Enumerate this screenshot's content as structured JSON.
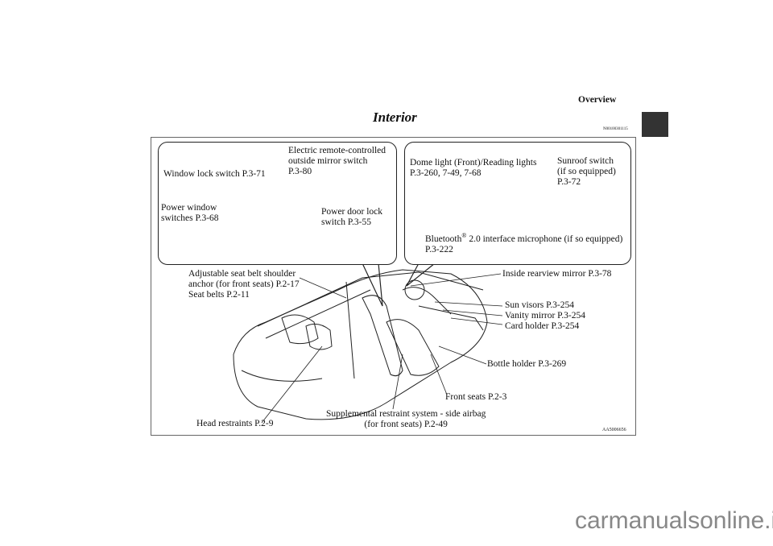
{
  "header": {
    "section": "Overview",
    "title": "Interior",
    "code": "N00100301115"
  },
  "figure": {
    "code": "AA5006656",
    "door_callout": {
      "mirror_switch": [
        "Electric remote-controlled",
        "outside mirror switch",
        "P.3-80"
      ],
      "window_lock": "Window lock switch P.3-71",
      "power_window": [
        "Power window",
        "switches P.3-68"
      ],
      "door_lock": [
        "Power door lock",
        "switch P.3-55"
      ]
    },
    "ceiling_callout": {
      "dome_light": [
        "Dome light (Front)/Reading lights",
        "P.3-260, 7-49, 7-68"
      ],
      "sunroof": [
        "Sunroof switch",
        "(if so equipped)",
        "P.3-72"
      ],
      "bluetooth": [
        "Bluetooth",
        "®",
        " 2.0 interface microphone (if so equipped)",
        "P.3-222"
      ]
    },
    "labels": {
      "seat_belt": [
        "Adjustable seat belt shoulder",
        "anchor (for front seats) P.2-17",
        "Seat belts P.2-11"
      ],
      "mirror": "Inside rearview mirror P.3-78",
      "visors": [
        "Sun visors P.3-254",
        "Vanity mirror P.3-254",
        "Card holder P.3-254"
      ],
      "bottle": "Bottle holder P.3-269",
      "front_seats": "Front seats P.2-3",
      "airbag": [
        "Supplemental restraint system - side airbag",
        "(for front seats) P.2-49"
      ],
      "head": "Head restraints P.2-9"
    }
  },
  "watermark": "carmanualsonline.info"
}
